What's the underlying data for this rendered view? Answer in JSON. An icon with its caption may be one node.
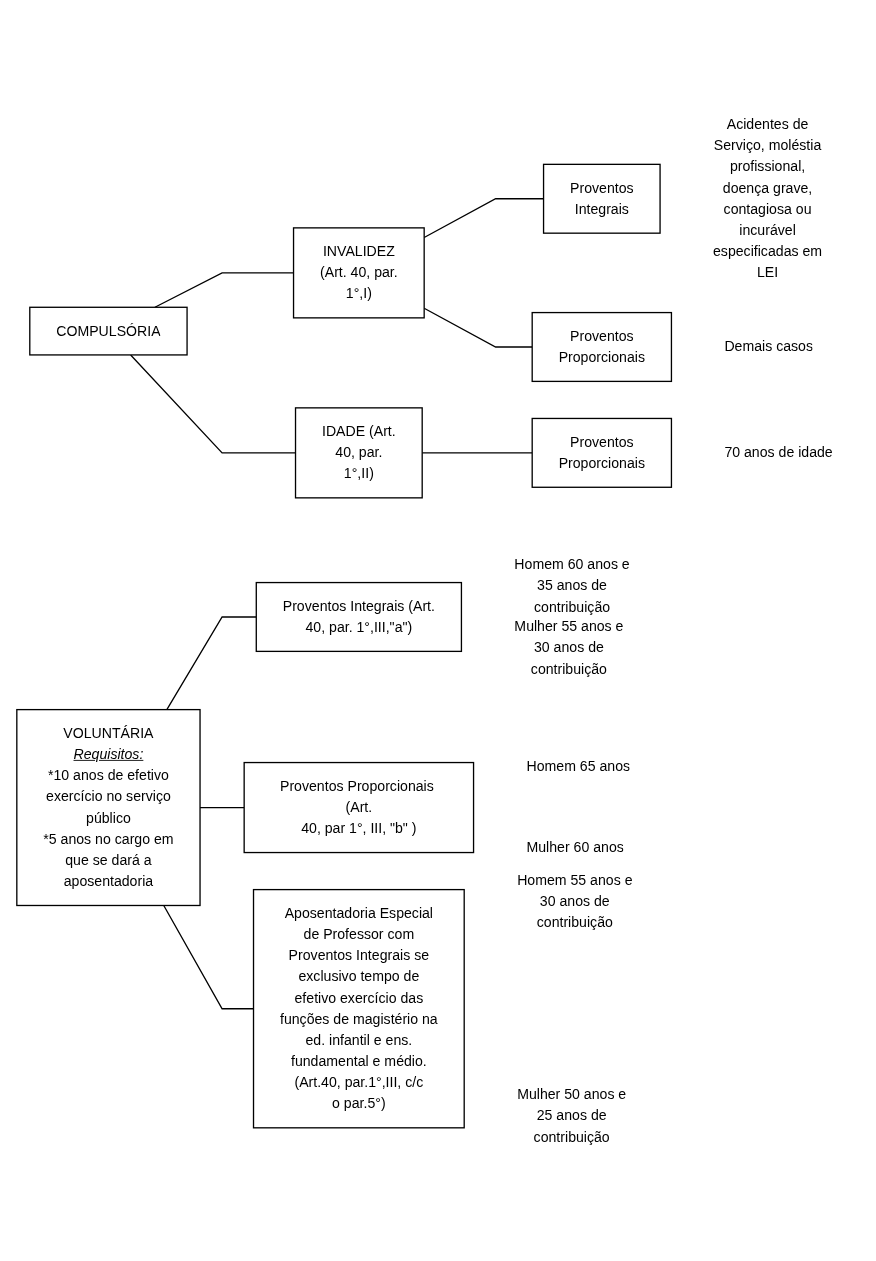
{
  "diagram": {
    "nodes": [
      {
        "text": [
          "COMPULSÓRIA"
        ]
      },
      {
        "text": [
          "INVALIDEZ (Art. 40, par. 1°,I)"
        ]
      },
      {
        "text": [
          "Proventos Integrais"
        ],
        "beside": [
          "Acidentes de Serviço, moléstia profissional, doença grave, contagiosa ou incurável especificadas em LEI"
        ]
      },
      {
        "text": [
          "Proventos Proporcionais"
        ],
        "beside": [
          "Demais casos"
        ]
      },
      {
        "text": [
          "IDADE (Art. 40, par. 1°,II)"
        ]
      },
      {
        "text": [
          "Proventos Proporcionais"
        ],
        "beside": [
          "70 anos de idade"
        ]
      },
      {
        "text": [
          "VOLUNTÁRIA",
          "Requisitos:",
          "*10 anos de efetivo exercício no serviço público",
          "*5 anos no cargo em que se dará a aposentadoria"
        ]
      },
      {
        "text": [
          "Proventos Integrais (Art. 40, par. 1°,III,\"a\")"
        ],
        "beside": [
          "Homem 60 anos e 35 anos de contribuição",
          "Mulher 55 anos e 30 anos de contribuição"
        ]
      },
      {
        "text": [
          "Proventos Proporcionais (Art. 40, par 1°, III, \"b\" )"
        ],
        "beside": [
          "Homem 65 anos",
          "Mulher 60 anos"
        ]
      },
      {
        "text": [
          "Aposentadoria Especial de Professor com Proventos Integrais se exclusivo tempo de efetivo exercício das funções de magistério na ed. infantil e ens. fundamental e médio. (Art.40, par.1°,III, c/c o par.5°)"
        ],
        "beside": [
          "Homem 55 anos e 30 anos de contribuição",
          "Mulher 50 anos e 25 anos de contribuição"
        ]
      }
    ],
    "edges": [
      {
        "from": 0,
        "to": 1,
        "arrow": "none"
      },
      {
        "from": 0,
        "to": 4,
        "arrow": "none"
      },
      {
        "from": 1,
        "to": 2,
        "arrow": "none"
      },
      {
        "from": 1,
        "to": 3,
        "arrow": "none"
      },
      {
        "from": 4,
        "to": 5,
        "arrow": "none"
      },
      {
        "from": 6,
        "to": 7,
        "arrow": "none"
      },
      {
        "from": 6,
        "to": 8,
        "arrow": "none"
      },
      {
        "from": 6,
        "to": 9,
        "arrow": "none"
      }
    ]
  }
}
